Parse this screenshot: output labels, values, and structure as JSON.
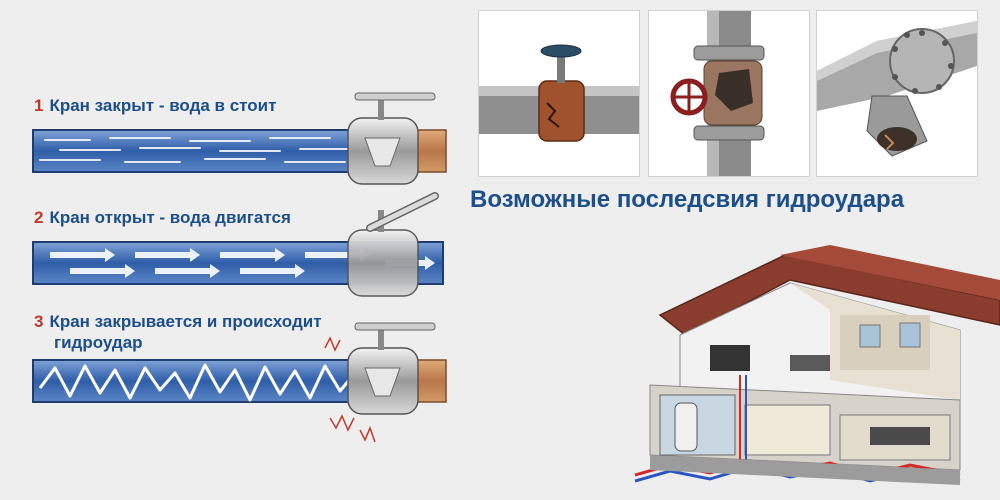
{
  "stages": [
    {
      "number": "1",
      "text": "Кран закрыт - вода в стоит"
    },
    {
      "number": "2",
      "text": "Кран открыт - вода двигатся"
    },
    {
      "number": "3",
      "text": "Кран закрывается и происходит",
      "text2": "гидроудар"
    }
  ],
  "consequences_title": "Возможные последсвия гидроудара",
  "photos": [
    {
      "icon": "pipe-valve-cracked-icon"
    },
    {
      "icon": "valve-body-broken-icon"
    },
    {
      "icon": "flanged-pipe-burst-icon"
    }
  ],
  "house_icon": "house-cutaway-plumbing-icon",
  "colors": {
    "water": "#2f5ea8",
    "pipe_end": "#c98c58",
    "label_blue": "#1c4f8a",
    "label_red": "#c0392b"
  }
}
